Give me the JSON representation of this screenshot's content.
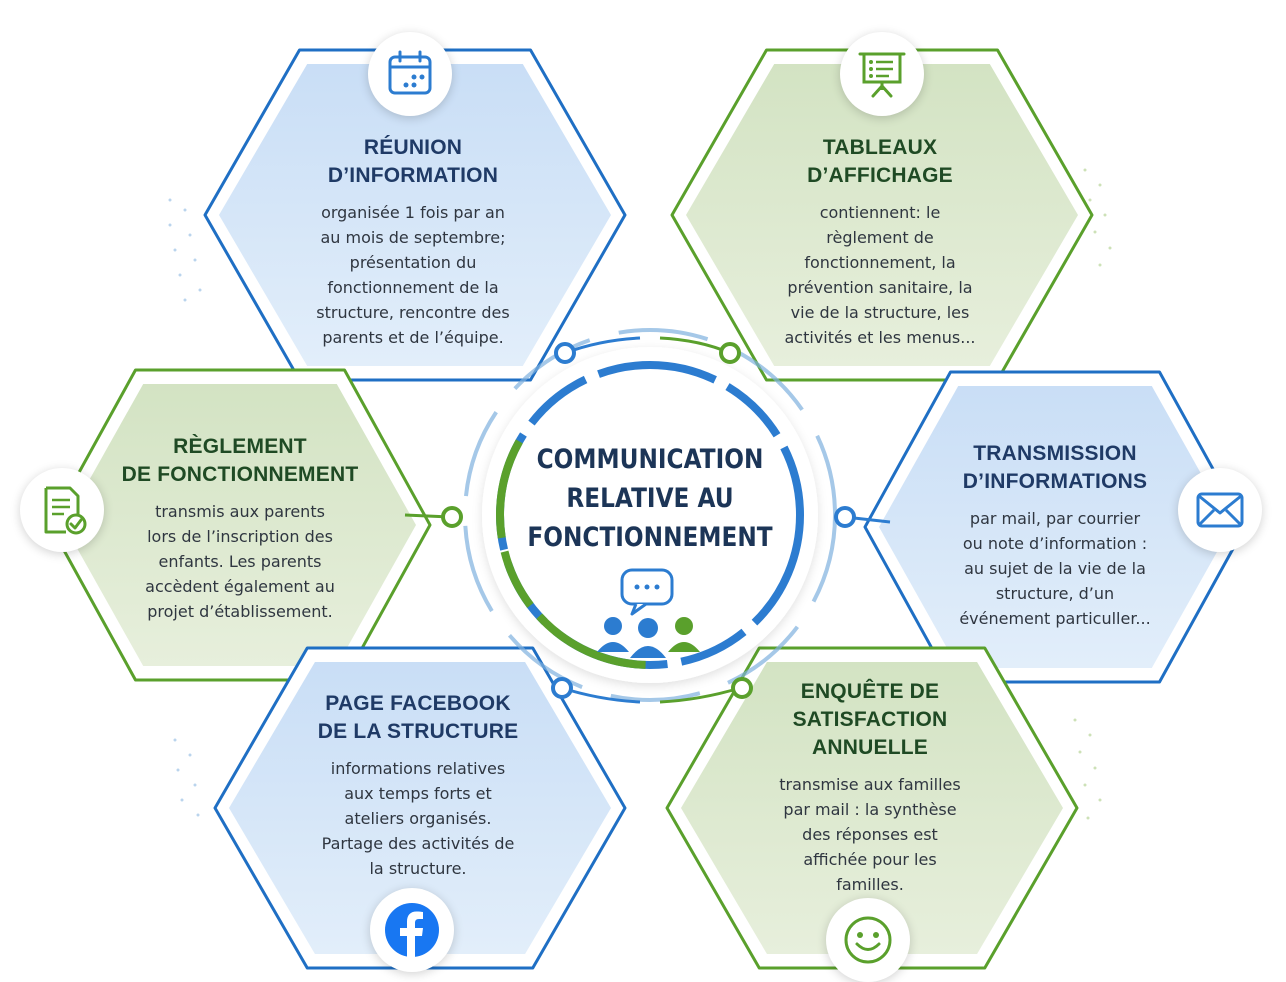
{
  "center": {
    "title_lines": [
      "COMMUNICATION",
      "RELATIVE AU",
      "FONCTIONNEMENT"
    ]
  },
  "nodes": [
    {
      "id": "reunion",
      "icon": "calendar-icon",
      "color": "blue",
      "title_lines": [
        "RÉUNION",
        "D’INFORMATION"
      ],
      "body_lines": [
        "organisée 1 fois par an",
        "au mois de septembre;",
        "présentation du",
        "fonctionnement de la",
        "structure, rencontre des",
        "parents et de l’équipe."
      ]
    },
    {
      "id": "tableaux",
      "icon": "presentation-board-icon",
      "color": "green",
      "title_lines": [
        "TABLEAUX",
        "D’AFFICHAGE"
      ],
      "body_lines": [
        "contiennent: le",
        "règlement de",
        "fonctionnement, la",
        "prévention sanitaire, la",
        "vie de la structure, les",
        "activités et les menus..."
      ]
    },
    {
      "id": "reglement",
      "icon": "document-check-icon",
      "color": "green",
      "title_lines": [
        "RÈGLEMENT",
        "DE FONCTIONNEMENT"
      ],
      "body_lines": [
        "transmis aux parents",
        "lors de l’inscription des",
        "enfants. Les parents",
        "accèdent également au",
        "projet d’établissement."
      ]
    },
    {
      "id": "transmission",
      "icon": "mail-icon",
      "color": "blue",
      "title_lines": [
        "TRANSMISSION",
        "D’INFORMATIONS"
      ],
      "body_lines": [
        "par mail, par courrier",
        "ou note d’information :",
        "au sujet de la vie de la",
        "structure, d’un",
        "événement particuller..."
      ]
    },
    {
      "id": "facebook",
      "icon": "facebook-icon",
      "color": "blue",
      "title_lines": [
        "PAGE FACEBOOK",
        "DE LA STRUCTURE"
      ],
      "body_lines": [
        "informations relatives",
        "aux temps forts et",
        "ateliers organisés.",
        "Partage des activités de",
        "la structure."
      ]
    },
    {
      "id": "enquete",
      "icon": "smiley-icon",
      "color": "green",
      "title_lines": [
        "ENQUÊTE DE",
        "SATISFACTION",
        "ANNUELLE"
      ],
      "body_lines": [
        "transmise aux familles",
        "par mail : la synthèse",
        "des réponses est",
        "affichée pour les",
        "familles."
      ]
    }
  ],
  "colors": {
    "blue": "#1f6fc4",
    "blue_fill": "#d3e6f8",
    "green": "#5aa02c",
    "green_fill": "#dfead2",
    "title_dark": "#1c3557"
  }
}
